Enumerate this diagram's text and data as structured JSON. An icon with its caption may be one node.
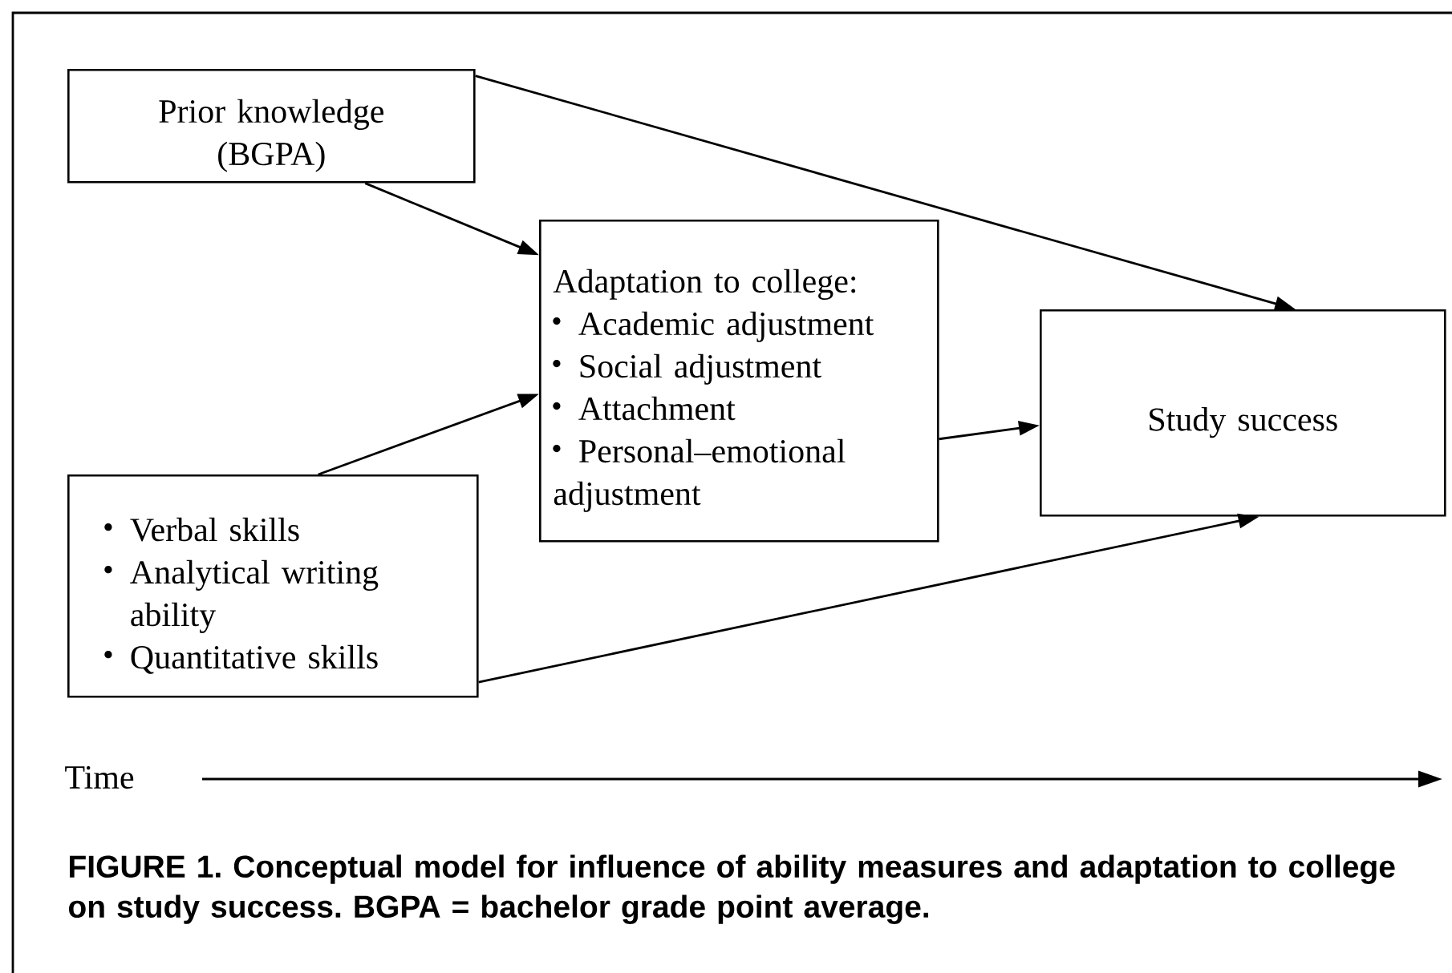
{
  "diagram": {
    "caption": "FIGURE 1. Conceptual model for influence of ability measures and adaptation to college on study success. BGPA = bachelor grade point average.",
    "nodes": [
      {
        "text": [
          "Prior knowledge (BGPA)"
        ]
      },
      {
        "text": [
          "Adaptation to college:",
          "Academic adjustment",
          "Social adjustment",
          "Attachment",
          "Personal–emotional adjustment"
        ]
      },
      {
        "text": [
          "Study success"
        ]
      },
      {
        "text": [
          "Verbal skills",
          "Analytical writing ability",
          "Quantitative skills"
        ]
      }
    ],
    "edges": [
      {
        "from": 0,
        "to": 1,
        "arrow": "to"
      },
      {
        "from": 0,
        "to": 2,
        "arrow": "to"
      },
      {
        "from": 3,
        "to": 1,
        "arrow": "to"
      },
      {
        "from": 1,
        "to": 2,
        "arrow": "to"
      },
      {
        "from": 3,
        "to": 2,
        "arrow": "to"
      }
    ],
    "labels": [
      "Time"
    ]
  }
}
